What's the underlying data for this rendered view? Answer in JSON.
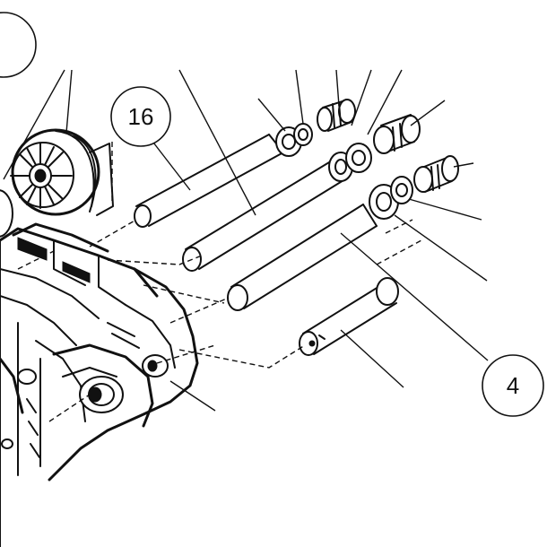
{
  "diagram": {
    "callouts": [
      {
        "id": "callout-16",
        "label": "16"
      },
      {
        "id": "callout-4",
        "label": "4"
      }
    ],
    "colors": {
      "ink": "#111111",
      "paper": "#ffffff"
    }
  }
}
